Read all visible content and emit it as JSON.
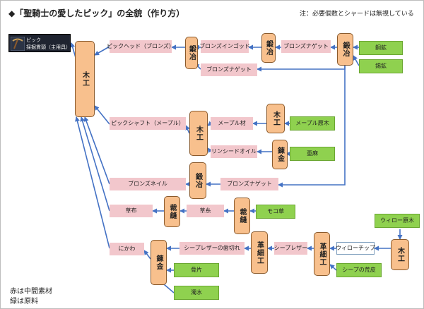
{
  "title": "◆「聖騎士の愛したピック」の全貌（作り方）",
  "note": "注：必要個数とシャードは無視している",
  "legend": [
    "赤は中間素材",
    "緑は原料"
  ],
  "colors": {
    "intermediate": "#f2c7cc",
    "raw": "#8fd14f",
    "process": "#f8c08d",
    "arrow": "#4472c4"
  },
  "item": {
    "icon": "pickaxe-icon",
    "name": "ピック",
    "subtitle": "採掘貫頭（主用具）"
  },
  "processes": {
    "carpentry_main": "木工",
    "smelt_head": "鍛冶",
    "smelt_ingot": "鍛冶",
    "smelt_nugget": "鍛冶",
    "carpentry_maple": "木工",
    "smelt_shaft": "木工",
    "alch_linseed": "錬金",
    "smelt_nail": "鍛冶",
    "sew_cloth": "裁縫",
    "sew_thread": "裁縫",
    "alch_glue": "錬金",
    "leather_cut": "革細工",
    "leather_sheep": "革細工",
    "carpentry_willow": "木工"
  },
  "intermediates": {
    "pick_head": "ピックヘッド（ブロンズ）",
    "bronze_ingot": "ブロンズインゴッド",
    "bronze_nugget_a": "ブロンズナゲット",
    "bronze_nugget_b": "ブロンズナゲット",
    "pick_shaft": "ピックシャフト（メープル）",
    "maple_wood": "メープル材",
    "linseed_oil": "リンシードオイル",
    "bronze_nail": "ブロンズネイル",
    "bronze_nugget_c": "ブロンズナゲット",
    "cloth": "草布",
    "thread": "草糸",
    "glue": "にかわ",
    "sheep_scraps": "シープレザーの歯切れ",
    "sheep_leather": "シープレザー",
    "willow_chip": "ウィローチップ"
  },
  "raw": {
    "copper_ore": "銅鉱",
    "tin_ore": "錫鉱",
    "maple_log": "メープル原木",
    "flax": "亜麻",
    "moco_grass": "モコ草",
    "bone_shard": "骨片",
    "muddy_water": "濁水",
    "sheep_hide": "シープの荒皮",
    "willow_log": "ウィロー原木"
  }
}
